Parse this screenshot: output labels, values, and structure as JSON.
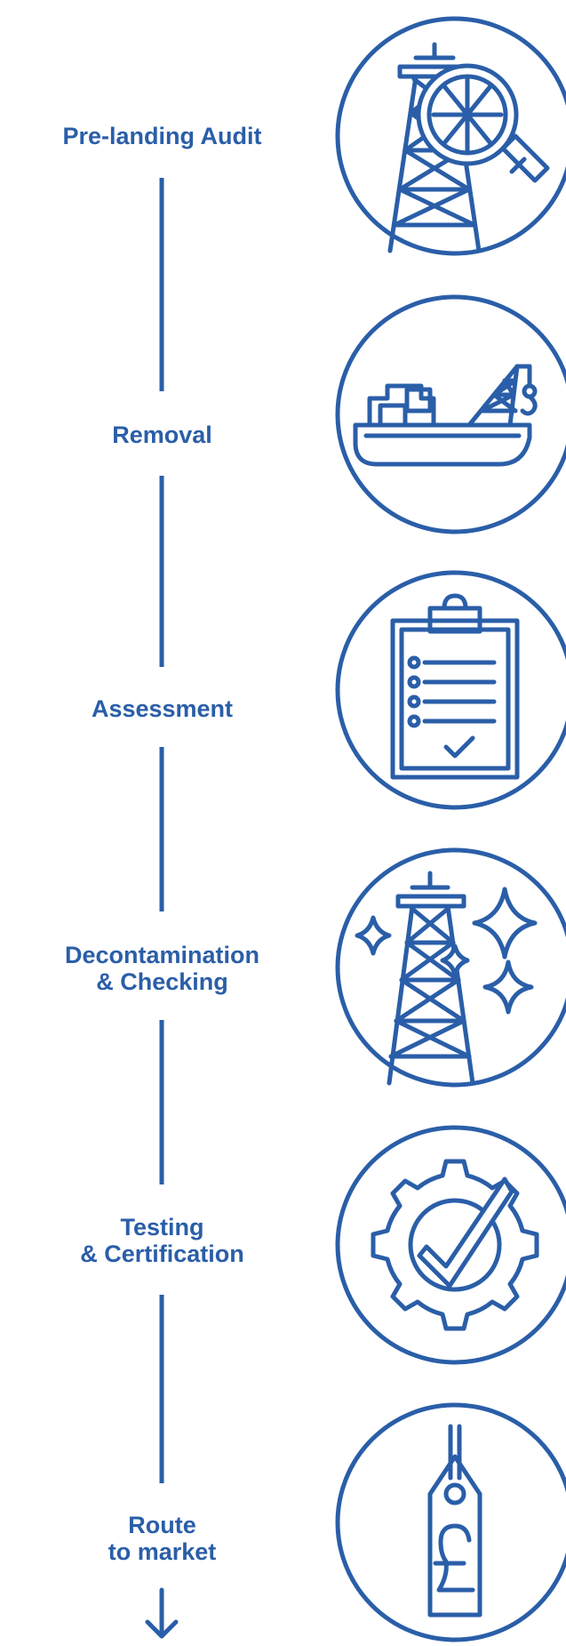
{
  "colors": {
    "accent": "#2a5ea8",
    "background": "#ffffff"
  },
  "steps": [
    {
      "label": "Pre-landing Audit",
      "icon": "oil-rig-magnifier-icon"
    },
    {
      "label": "Removal",
      "icon": "crane-vessel-icon"
    },
    {
      "label": "Assessment",
      "icon": "clipboard-checklist-icon"
    },
    {
      "label": "Decontamination\n& Checking",
      "icon": "sparkling-rig-icon"
    },
    {
      "label": "Testing\n& Certification",
      "icon": "gear-check-icon"
    },
    {
      "label": "Route\nto market",
      "icon": "price-tag-pound-icon"
    }
  ]
}
